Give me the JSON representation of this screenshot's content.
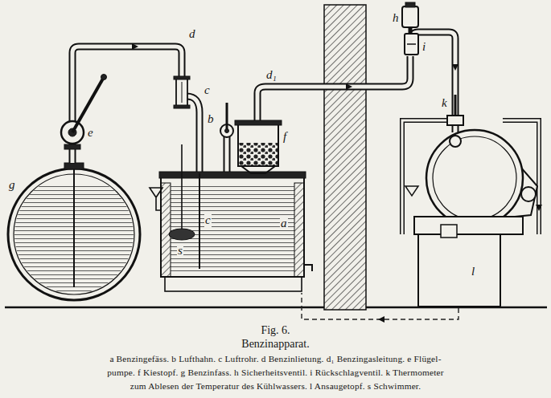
{
  "diagram": {
    "title": "Fig. 6.",
    "caption": "Benzinapparat.",
    "labels": [
      "d",
      "e",
      "g",
      "c",
      "b",
      "f",
      "d₁",
      "c",
      "s",
      "a",
      "h",
      "i",
      "k",
      "l",
      "a Benzingefäss. b Lufthahn. c Luftrohr. d Benzinlietung. d₁ Benzingasleitung. e Flügel-",
      "pumpe. f Kiestopf. g Benzinfass. h Sicherheitsventil. i Rückschlagventil. k Thermometer",
      "zum Ablesen der Temperatur des Kühlwassers. l Ansaugetopf. s Schwimmer."
    ]
  }
}
